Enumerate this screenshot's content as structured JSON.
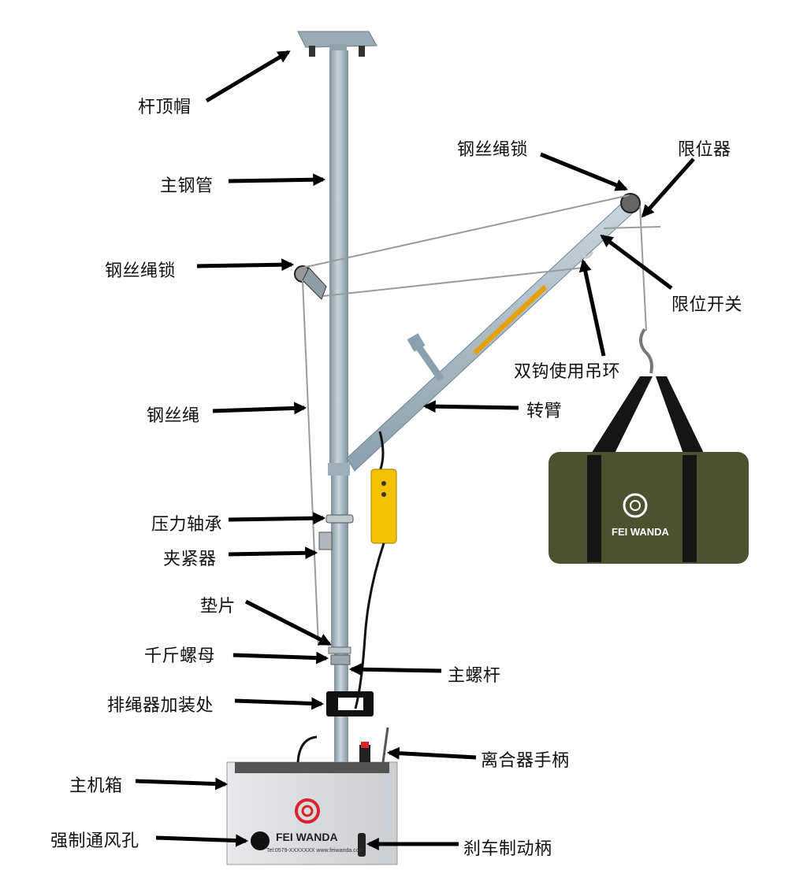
{
  "labels": {
    "pole_cap": "杆顶帽",
    "main_pipe": "主钢管",
    "wire_lock_top": "钢丝绳锁",
    "limiter": "限位器",
    "wire_lock_left": "钢丝绳锁",
    "limit_switch": "限位开关",
    "double_hook_ring": "双钩使用吊环",
    "wire_rope": "钢丝绳",
    "swing_arm": "转臂",
    "thrust_bearing": "压力轴承",
    "clamp": "夹紧器",
    "gasket": "垫片",
    "jack_nut": "千斤螺母",
    "main_screw": "主螺杆",
    "rope_guide_mount": "排绳器加装处",
    "clutch_handle": "离合器手柄",
    "main_box": "主机箱",
    "vent_hole": "强制通风孔",
    "brake_handle": "刹车制动柄"
  },
  "brand": {
    "name_box": "FEI WANDA",
    "name_bag": "FEI WANDA",
    "contact": "Tel:0579-XXXXXXX  www.feiwanda.com"
  },
  "colors": {
    "pole": "#a9bcc6",
    "pole_dark": "#7d929e",
    "box": "#d9dde0",
    "bag": "#4a5230",
    "strap": "#151515",
    "controller": "#f2c200",
    "logo_red": "#d8252b",
    "arrow": "#000000"
  }
}
